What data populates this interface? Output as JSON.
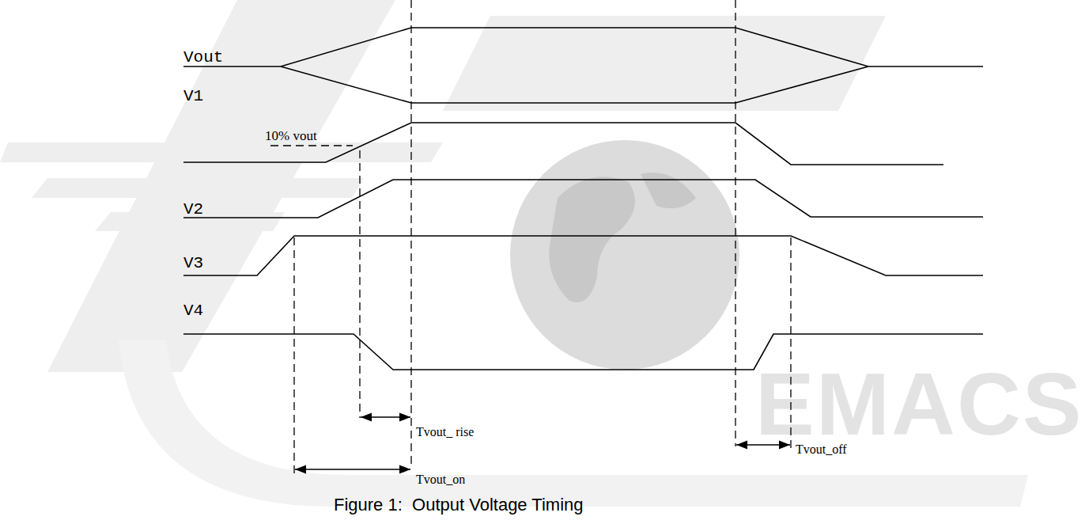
{
  "diagram": {
    "caption": "Figure 1:  Output Voltage Timing",
    "labels": [
      "Vout",
      "V1",
      "10% vout",
      "V2",
      "V3",
      "V4",
      "Tvout_ rise",
      "Tvout_on",
      "Tvout_off",
      "EMACS"
    ]
  }
}
